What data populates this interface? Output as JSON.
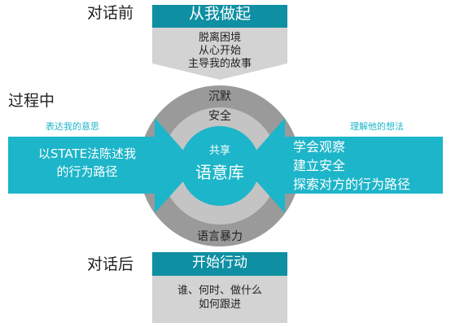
{
  "phases": {
    "before": "对话前",
    "during": "过程中",
    "after": "对话后"
  },
  "top_box": {
    "header": "从我做起",
    "lines": [
      "脱离困境",
      "从心开始",
      "主导我的故事"
    ]
  },
  "bottom_box": {
    "header": "开始行动",
    "lines": [
      "谁、何时、做什么",
      "如何跟进"
    ]
  },
  "left_arrow": {
    "tag": "表达我的意思",
    "lines": [
      "以STATE法陈述我",
      "的行为路径"
    ]
  },
  "right_arrow": {
    "tag": "理解他的想法",
    "lines": [
      "学会观察",
      "建立安全",
      "探索对方的行为路径"
    ]
  },
  "rings": {
    "outer_top": "沉默",
    "middle_top": "安全",
    "outer_bottom": "语言暴力"
  },
  "core": {
    "small": "共享",
    "large": "语意库"
  },
  "colors": {
    "teal": "#1db5c9",
    "teal_dark": "#0e8fa2",
    "gray_light": "#d3d3d3",
    "ring_outer": "#9a9a9a",
    "ring_inner": "#c4c4c4"
  }
}
